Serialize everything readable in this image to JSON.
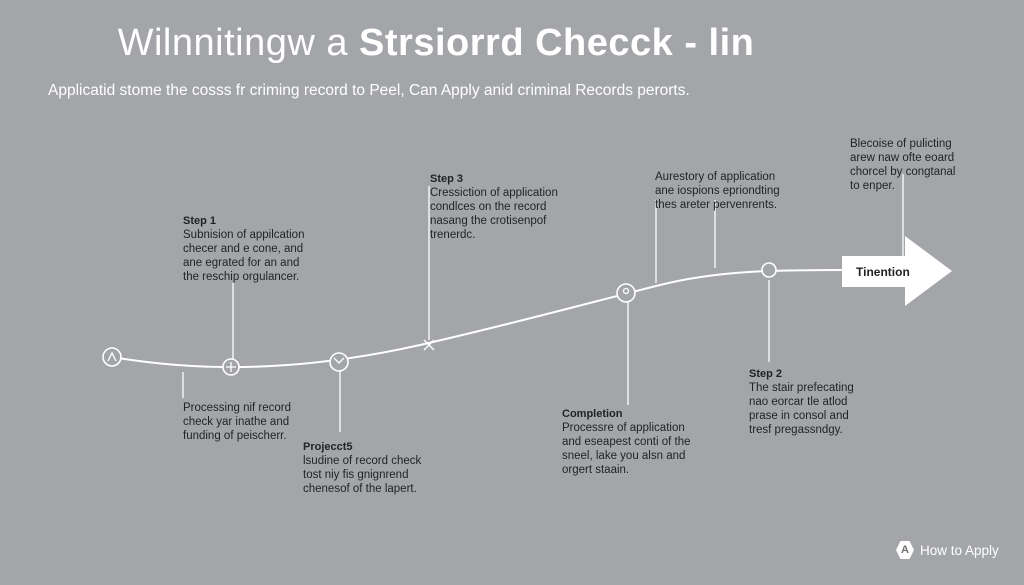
{
  "title": {
    "part1": "Wilnnitingw a ",
    "part2": "Strsiorrd Checck - lin"
  },
  "subtitle": "Applicatid stome the cosss fr criming record to Peel, Can Apply anid criminal Records perorts.",
  "arrow_label": "Tinention",
  "footer": {
    "badge": "A",
    "label": "How to Apply"
  },
  "labels": {
    "step1": {
      "head": "Step 1",
      "lines": [
        "Subnision of appilcation",
        "checer and e cone, and",
        "ane egrated for an and",
        "the reschip orgulancer."
      ]
    },
    "step3": {
      "head": "Step 3",
      "lines": [
        "Cressiction of application",
        "condlces on the record",
        "nasang the crotisenpof",
        "trenerdc."
      ]
    },
    "top_mid": {
      "lines": [
        "Aurestory of application",
        "ane iospions epriondting",
        "thes areter pervenrents."
      ]
    },
    "top_right": {
      "lines": [
        "Blecoise of pulicting",
        "arew naw ofte eoard",
        "chorcel by congtanal",
        "to enper."
      ]
    },
    "processing": {
      "lines": [
        "Processing nif record",
        "check yar inathe and",
        "funding of peischerr."
      ]
    },
    "project": {
      "head": "Projecct5",
      "lines": [
        "lsudine of record check",
        "tost niy fis gnignrend",
        "chenesof of the lapert."
      ]
    },
    "completion": {
      "head": "Completion",
      "lines": [
        "Processre of application",
        "and eseapest conti of the",
        "sneel, lake you alsn and",
        "orgert staain."
      ]
    },
    "step2": {
      "head": "Step 2",
      "lines": [
        "The stair prefecating",
        "nao eorcar tle atlod",
        "prase in consol and",
        "tresf pregassndgy."
      ]
    }
  }
}
